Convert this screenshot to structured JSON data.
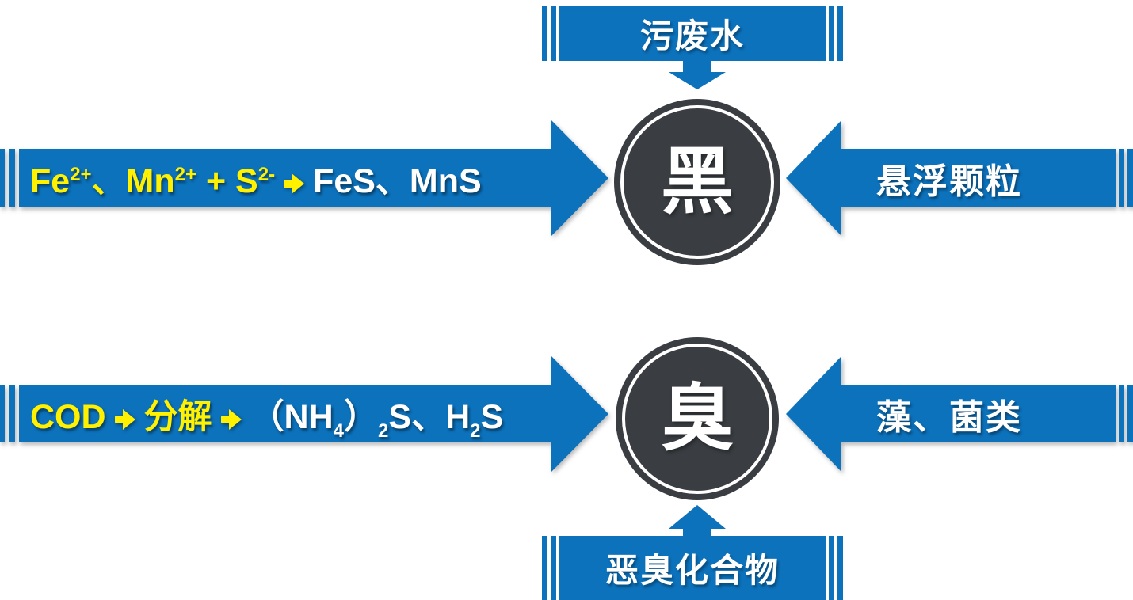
{
  "colors": {
    "blue": "#0C72BC",
    "yellow": "#FFF100",
    "dark": "#3A3E42",
    "white": "#FFFFFF"
  },
  "top_banner": {
    "label": "污废水"
  },
  "bottom_banner": {
    "label": "恶臭化合物"
  },
  "black_node": {
    "label": "黑"
  },
  "odor_node": {
    "label": "臭"
  },
  "black_right_arrow": {
    "label": "悬浮颗粒"
  },
  "odor_right_arrow": {
    "label": "藻、菌类"
  },
  "black_left_arrow": {
    "segments": [
      {
        "text": "Fe"
      },
      {
        "text": "2+",
        "script": "sup"
      },
      {
        "text": "、Mn"
      },
      {
        "text": "2+",
        "script": "sup"
      },
      {
        "text": " + S"
      },
      {
        "text": "2-",
        "script": "sup"
      },
      {
        "icon": "arrow-right"
      },
      {
        "text": "FeS、MnS",
        "color": "white"
      }
    ]
  },
  "odor_left_arrow": {
    "segments": [
      {
        "text": "COD"
      },
      {
        "icon": "arrow-right"
      },
      {
        "text": "分解"
      },
      {
        "icon": "arrow-right"
      },
      {
        "text": "（NH",
        "color": "white"
      },
      {
        "text": "4",
        "script": "sub",
        "color": "white"
      },
      {
        "text": "）",
        "color": "white"
      },
      {
        "text": "2",
        "script": "sub",
        "color": "white"
      },
      {
        "text": "S、H",
        "color": "white"
      },
      {
        "text": "2",
        "script": "sub",
        "color": "white"
      },
      {
        "text": "S",
        "color": "white"
      }
    ]
  }
}
